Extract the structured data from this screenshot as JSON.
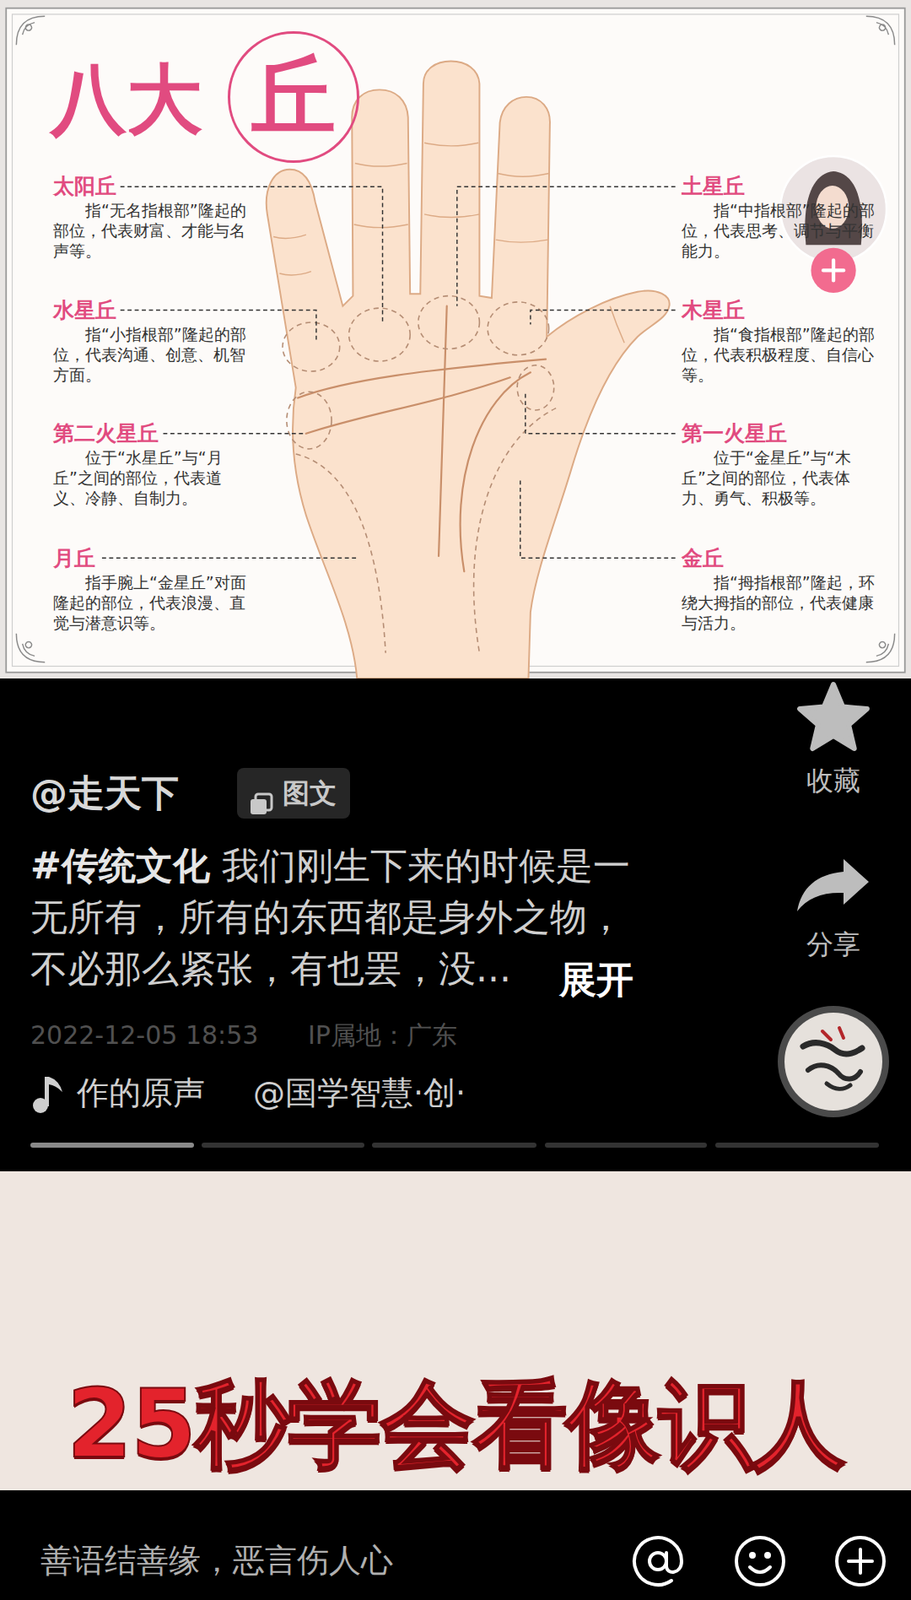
{
  "diagram": {
    "nodes": [
      {
        "text": [
          "丘"
        ]
      },
      {
        "text": [
          "图文"
        ]
      }
    ],
    "labels": [
      "八大",
      "太阳丘",
      "指“无名指根部”隆起的部位，代表财富、才能与名声等。",
      "土星丘",
      "指“中指根部”隆起的部位，代表思考、调节与平衡能力。",
      "水星丘",
      "指“小指根部”隆起的部位，代表沟通、创意、机智方面。",
      "木星丘",
      "指“食指根部”隆起的部位，代表积极程度、自信心等。",
      "第二火星丘",
      "位于“水星丘”与“月丘”之间的部位，代表道义、冷静、自制力。",
      "第一火星丘",
      "位于“金星丘”与“木丘”之间的部位，代表体力、勇气、积极等。",
      "月丘",
      "指手腕上“金星丘”对面隆起的部位，代表浪漫、直觉与潜意识等。",
      "金丘",
      "指“拇指根部”隆起，环绕大拇指的部位，代表健康与活力。",
      "@走天下",
      "#传统文化",
      "我们刚生下来的时候是一无所有，所有的东西都是身外之物，不必那么紧张，有也罢，没...",
      "展开",
      "2022-12-05 18:53",
      "IP属地：广东",
      "作的原声",
      "@国学智慧·创·",
      "收藏",
      "分享",
      "25秒学会看像识人",
      "善语结善缘，恶言伤人心"
    ]
  }
}
